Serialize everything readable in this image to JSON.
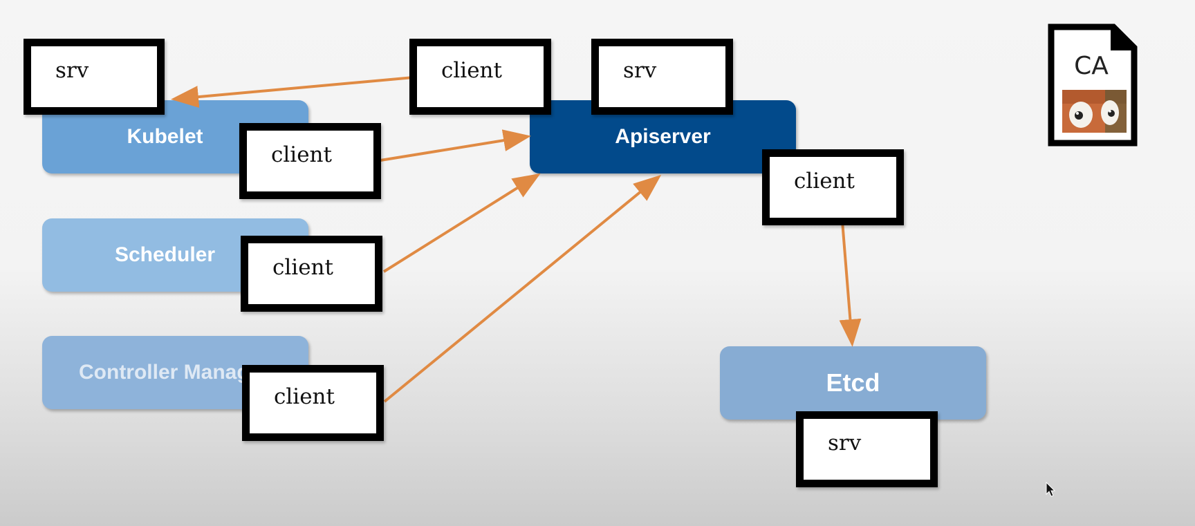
{
  "components": {
    "kubelet": "Kubelet",
    "scheduler": "Scheduler",
    "controller_manager": "Controller Manage",
    "apiserver": "Apiserver",
    "etcd": "Etcd"
  },
  "certs": {
    "kubelet_srv": "srv",
    "kubelet_client": "client",
    "top_client": "client",
    "apiserver_srv": "srv",
    "scheduler_client": "client",
    "controller_client": "client",
    "apiserver_client": "client",
    "etcd_srv": "srv"
  },
  "ca": {
    "label": "CA"
  },
  "colors": {
    "arrow": "#e08a43",
    "apiserver": "#024a8b",
    "kubelet": "#6aa2d6",
    "scheduler": "#92bce2",
    "controller_manager": "#8eb3da",
    "etcd": "#87acd3"
  }
}
